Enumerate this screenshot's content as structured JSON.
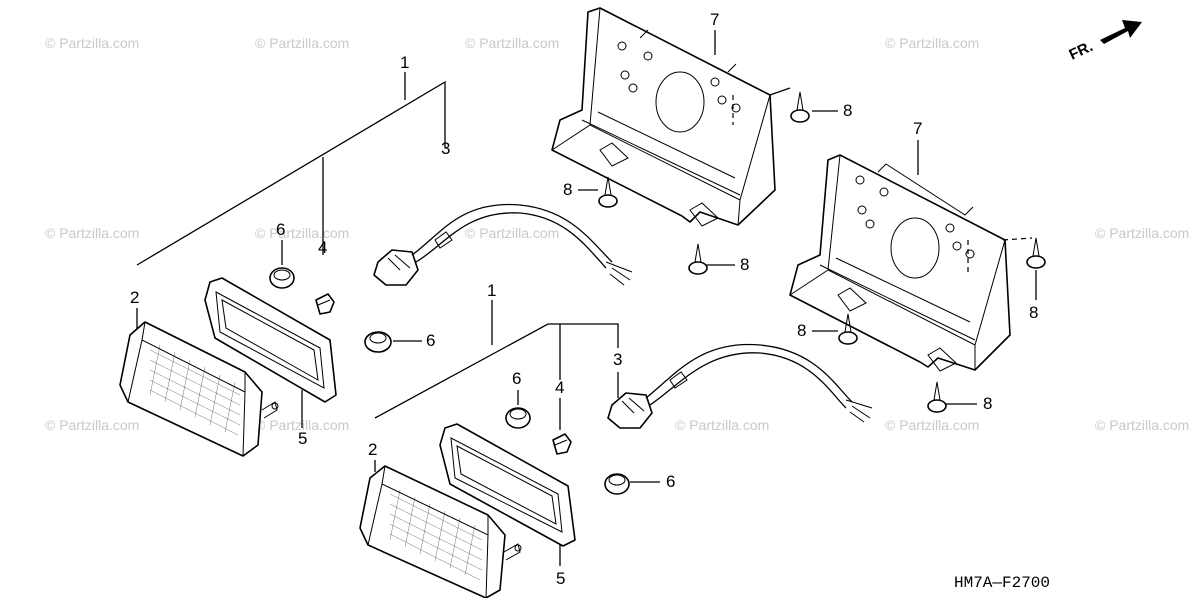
{
  "diagram_code": "HM7A—F2700",
  "direction_label": "FR.",
  "watermark_text": "© Partzilla.com",
  "callouts": {
    "upper_assembly": {
      "n1": "1",
      "n2": "2",
      "n3": "3",
      "n4": "4",
      "n5": "5",
      "n6": "6",
      "n6b": "6"
    },
    "lower_assembly": {
      "n1": "1",
      "n2": "2",
      "n3": "3",
      "n4": "4",
      "n5": "5",
      "n6": "6",
      "n6b": "6"
    },
    "bracket_left": {
      "n7": "7",
      "n8a": "8",
      "n8b": "8",
      "n8c": "8"
    },
    "bracket_right": {
      "n7": "7",
      "n8a": "8",
      "n8b": "8",
      "n8c": "8"
    }
  }
}
